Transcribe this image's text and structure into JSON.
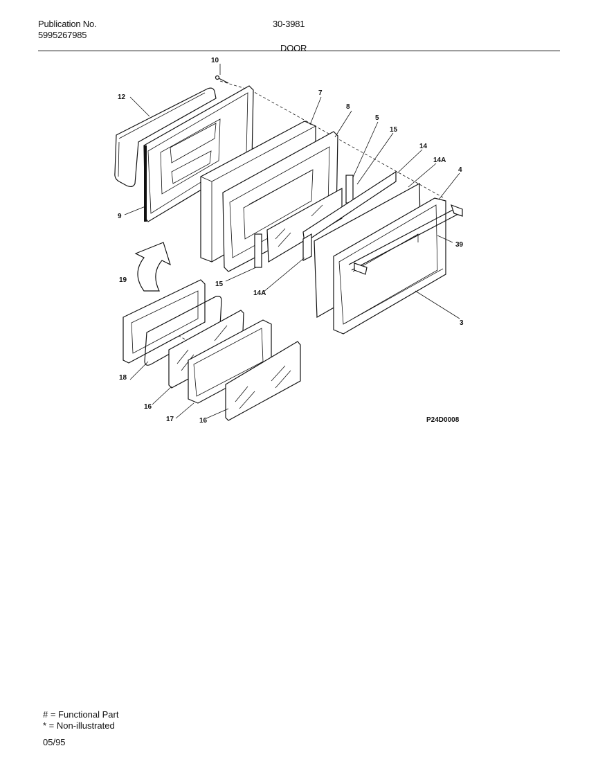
{
  "header": {
    "publication_label": "Publication No.",
    "publication_number": "5995267985",
    "document_number": "30-3981",
    "section_title": "DOOR"
  },
  "diagram": {
    "drawing_code": "P24D0008",
    "callouts": {
      "c10": "10",
      "c12": "12",
      "c7": "7",
      "c8": "8",
      "c5": "5",
      "c15a": "15",
      "c14": "14",
      "c14a": "14A",
      "c4": "4",
      "c39": "39",
      "c9": "9",
      "c15b": "15",
      "c14b": "14A",
      "c3": "3",
      "c19": "19",
      "c18": "18",
      "c16a": "16",
      "c17": "17",
      "c16b": "16"
    }
  },
  "legend": {
    "functional": "# = Functional Part",
    "non_illustrated": "* = Non-illustrated"
  },
  "footer": {
    "date": "05/95"
  }
}
